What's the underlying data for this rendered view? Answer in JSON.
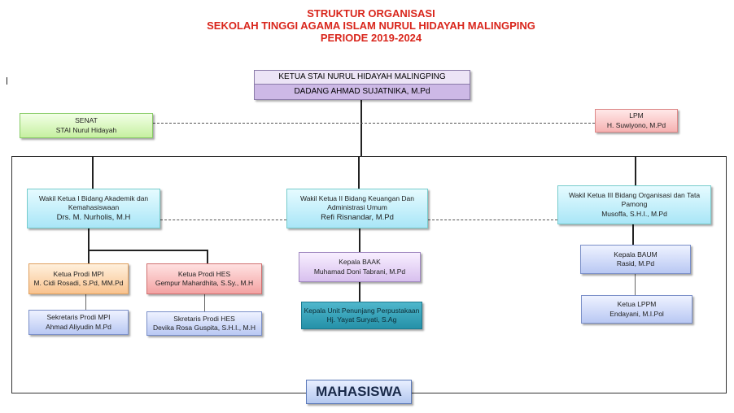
{
  "title": {
    "line1": "STRUKTUR ORGANISASI",
    "line2": "SEKOLAH TINGGI AGAMA ISLAM NURUL HIDAYAH MALINGPING",
    "line3": "PERIODE 2019-2024"
  },
  "ketua": {
    "role": "KETUA STAI NURUL HIDAYAH MALINGPING",
    "name": "DADANG AHMAD SUJATNIKA, M.Pd"
  },
  "senat": {
    "role": "SENAT",
    "name": "STAI Nurul Hidayah"
  },
  "lpm": {
    "role": "LPM",
    "name": "H. Suwiyono, M.Pd"
  },
  "wakil1": {
    "role1": "Wakil Ketua I Bidang Akademik dan",
    "role2": "Kemahasiswaan",
    "name": "Drs. M. Nurholis, M.H"
  },
  "wakil2": {
    "role1": "Wakil Ketua II Bidang Keuangan Dan",
    "role2": "Administrasi Umum",
    "name": "Refi Risnandar, M.Pd"
  },
  "wakil3": {
    "role1": "Wakil Ketua III Bidang Organisasi dan Tata",
    "role2": "Pamong",
    "name": "Musoffa, S.H.I., M.Pd"
  },
  "prodi_mpi": {
    "role": "Ketua Prodi MPI",
    "name": "M. Cidi Rosadi, S.Pd, MM.Pd"
  },
  "prodi_hes": {
    "role": "Ketua Prodi HES",
    "name": "Gempur Mahardhita, S.Sy., M.H"
  },
  "sek_mpi": {
    "role": "Sekretaris Prodi MPI",
    "name": "Ahmad Aliyudin M.Pd"
  },
  "sek_hes": {
    "role": "Skretaris Prodi HES",
    "name": "Devika Rosa Guspita, S.H.I., M.H"
  },
  "baak": {
    "role": "Kepala BAAK",
    "name": "Muhamad Doni Tabrani, M.Pd"
  },
  "perpus": {
    "role": "Kepala Unit Penunjang Perpustakaan",
    "name": "Hj. Yayat Suryati, S.Ag"
  },
  "baum": {
    "role": "Kepala BAUM",
    "name": "Rasid, M.Pd"
  },
  "lppm": {
    "role": "Ketua LPPM",
    "name": "Endayani, M.I.Pol"
  },
  "mahasiswa": "MAHASISWA"
}
